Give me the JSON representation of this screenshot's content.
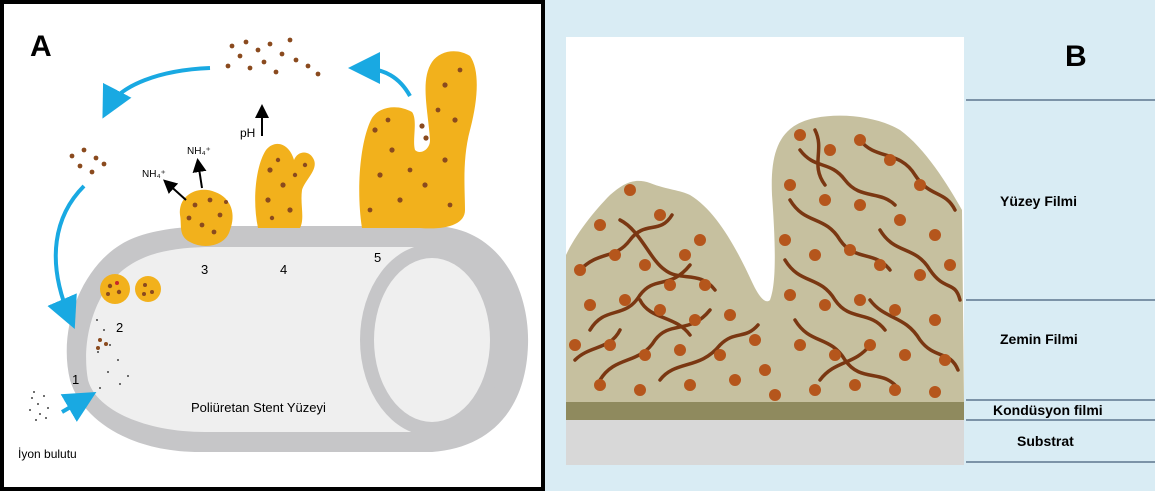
{
  "panel_a": {
    "letter": "A",
    "stent_label": "Poliüretan Stent Yüzeyi",
    "ion_cloud_label": "İyon bulutu",
    "ph_label": "pH",
    "nh4_left": "NH₄⁺",
    "nh4_top": "NH₄⁺",
    "steps": [
      "1",
      "2",
      "3",
      "4",
      "5"
    ],
    "colors": {
      "crystal": "#f2b11c",
      "crystal_edge": "#e7a20e",
      "particle": "#8a4a1e",
      "stent_ring": "#c6c6c8",
      "stent_body": "#efefef",
      "arrow": "#19a9e2"
    }
  },
  "panel_b": {
    "letter": "B",
    "layers": [
      "Yüzey Filmi",
      "Zemin Filmi",
      "Kondüsyon filmi",
      "Substrat"
    ],
    "colors": {
      "background": "#d9ecf4",
      "film": "#c6c09f",
      "conditioning": "#8f8a5e",
      "substrate": "#d8d8d8",
      "fiber": "#7a3712",
      "bacteria": "#b5561c"
    }
  }
}
